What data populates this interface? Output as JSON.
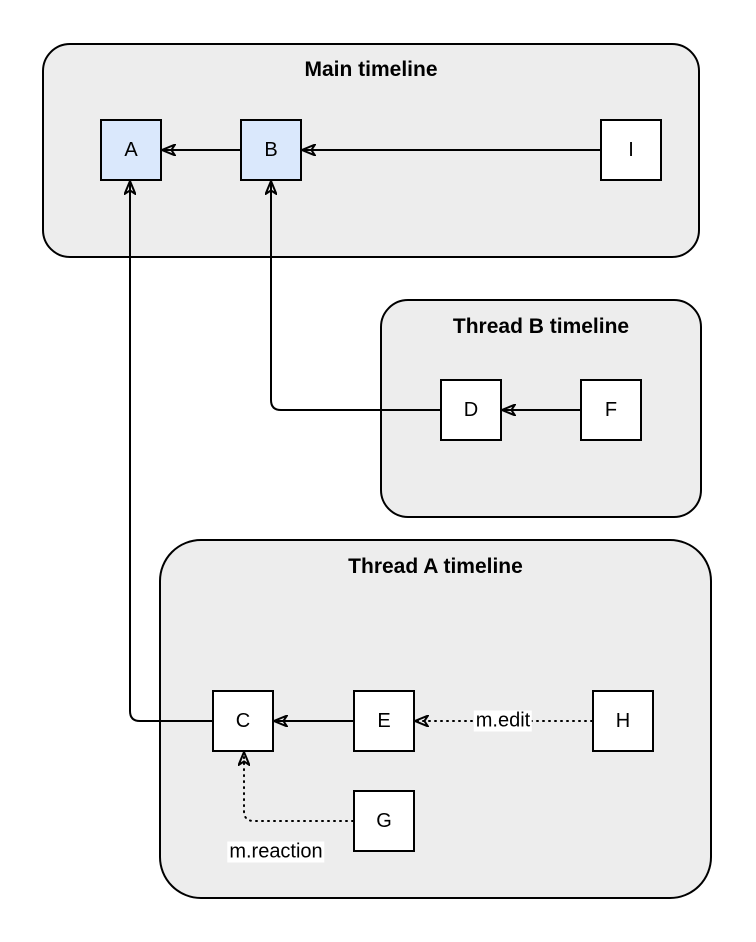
{
  "colors": {
    "page_background": "#ffffff",
    "container_fill": "#ededed",
    "container_border": "#000000",
    "node_border": "#000000",
    "node_fill_default": "#ffffff",
    "node_fill_highlight": "#dae8fc",
    "edge_color": "#000000",
    "edge_label_background": "#ffffff"
  },
  "containers": {
    "main": {
      "title": "Main timeline"
    },
    "thread_b": {
      "title": "Thread B timeline"
    },
    "thread_a": {
      "title": "Thread A timeline"
    }
  },
  "nodes": {
    "a": {
      "label": "A",
      "fill": "#dae8fc",
      "container": "main"
    },
    "b": {
      "label": "B",
      "fill": "#dae8fc",
      "container": "main"
    },
    "i": {
      "label": "I",
      "fill": "#ffffff",
      "container": "main"
    },
    "d": {
      "label": "D",
      "fill": "#ffffff",
      "container": "thread_b"
    },
    "f": {
      "label": "F",
      "fill": "#ffffff",
      "container": "thread_b"
    },
    "c": {
      "label": "C",
      "fill": "#ffffff",
      "container": "thread_a"
    },
    "e": {
      "label": "E",
      "fill": "#ffffff",
      "container": "thread_a"
    },
    "h": {
      "label": "H",
      "fill": "#ffffff",
      "container": "thread_a"
    },
    "g": {
      "label": "G",
      "fill": "#ffffff",
      "container": "thread_a"
    }
  },
  "edges": [
    {
      "from": "B",
      "to": "A",
      "style": "solid"
    },
    {
      "from": "I",
      "to": "B",
      "style": "solid"
    },
    {
      "from": "D",
      "to": "B",
      "style": "solid"
    },
    {
      "from": "F",
      "to": "D",
      "style": "solid"
    },
    {
      "from": "E",
      "to": "C",
      "style": "solid"
    },
    {
      "from": "C",
      "to": "A",
      "style": "solid"
    },
    {
      "from": "H",
      "to": "E",
      "style": "dotted",
      "label": "m.edit"
    },
    {
      "from": "G",
      "to": "C",
      "style": "dotted",
      "label": "m.reaction"
    }
  ]
}
